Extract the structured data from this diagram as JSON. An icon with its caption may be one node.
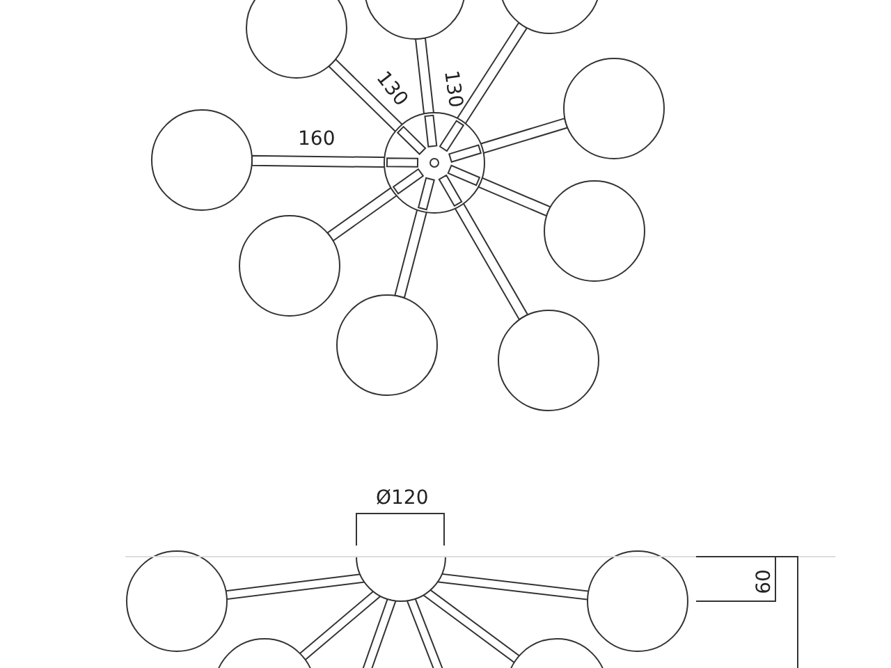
{
  "diagram": {
    "labels": [
      "130",
      "130",
      "160",
      "Ø120",
      "60"
    ]
  }
}
